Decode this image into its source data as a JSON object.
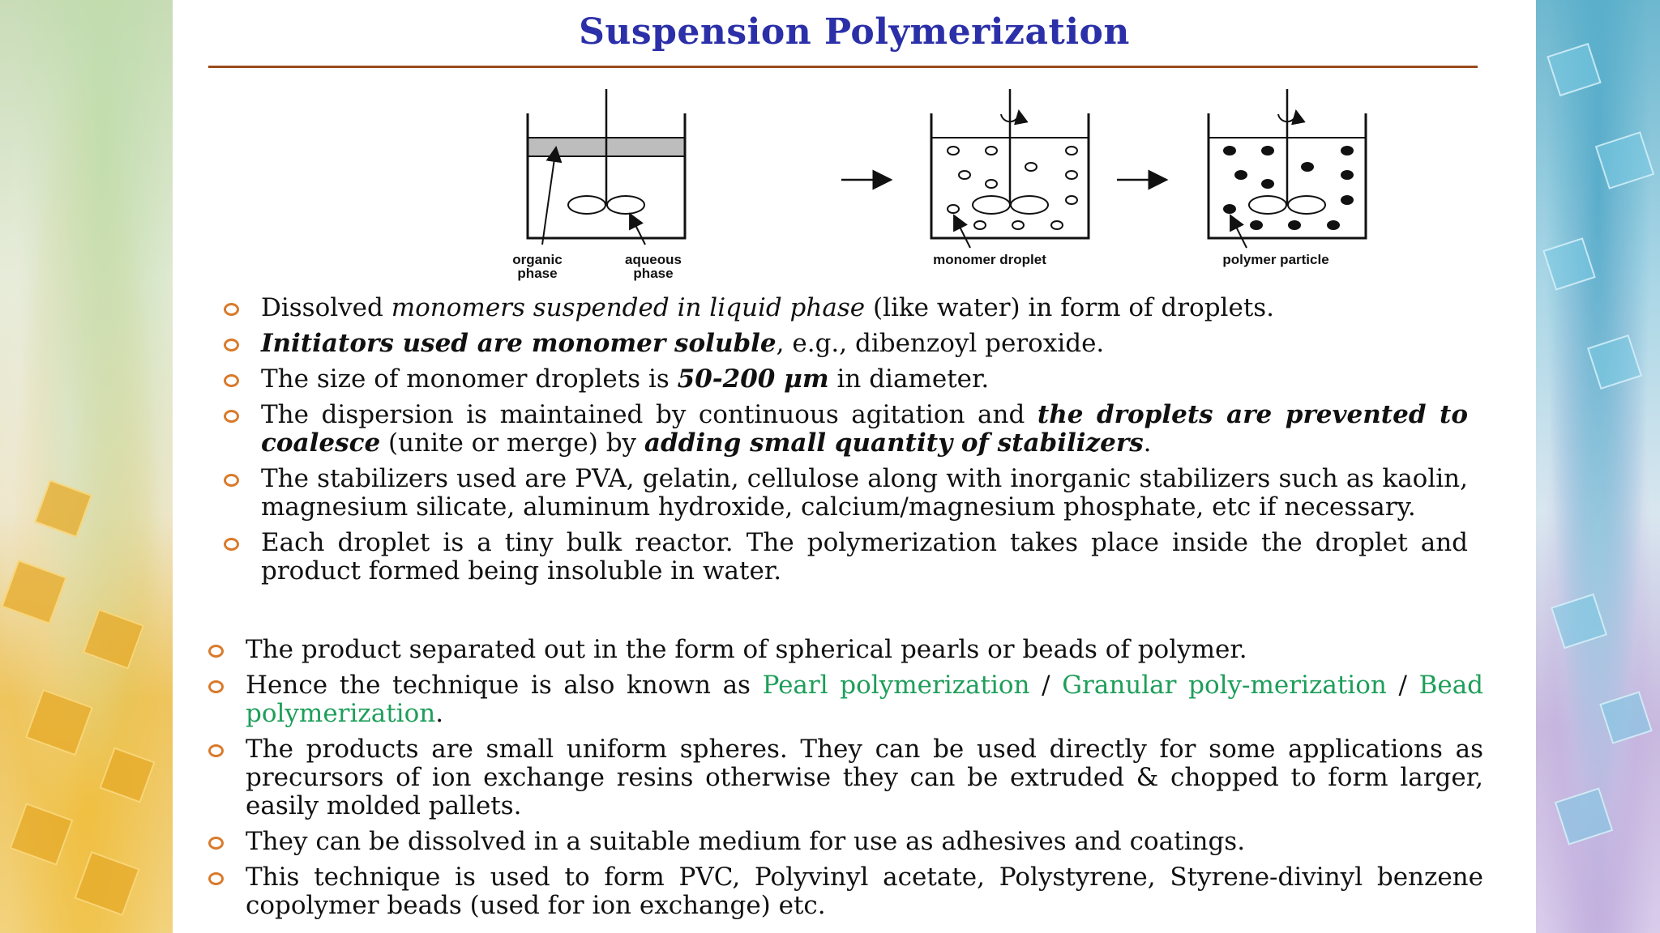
{
  "title": "Suspension Polymerization",
  "diagram": {
    "labels": {
      "organic_phase": "organic\nphase",
      "aqueous_phase": "aqueous\nphase",
      "monomer_droplet": "monomer droplet",
      "polymer_particle": "polymer particle"
    }
  },
  "bullets_upper": [
    {
      "parts": [
        {
          "t": "Dissolved ",
          "s": "n"
        },
        {
          "t": "monomers suspended in liquid phase",
          "s": "i"
        },
        {
          "t": " (like water) in form of droplets.",
          "s": "n"
        }
      ]
    },
    {
      "parts": [
        {
          "t": "Initiators used are monomer soluble",
          "s": "bi"
        },
        {
          "t": ", e.g., dibenzoyl peroxide.",
          "s": "n"
        }
      ]
    },
    {
      "parts": [
        {
          "t": "The size of monomer droplets is ",
          "s": "n"
        },
        {
          "t": "50-200 μm",
          "s": "bi"
        },
        {
          "t": " in diameter.",
          "s": "n"
        }
      ]
    },
    {
      "parts": [
        {
          "t": "The dispersion is maintained by continuous agitation and ",
          "s": "n"
        },
        {
          "t": "the droplets are prevented to coalesce",
          "s": "bi"
        },
        {
          "t": " (unite or merge) by ",
          "s": "n"
        },
        {
          "t": "adding small quantity of stabilizers",
          "s": "bi"
        },
        {
          "t": ".",
          "s": "n"
        }
      ]
    },
    {
      "parts": [
        {
          "t": "The stabilizers used are PVA, gelatin, cellulose along with inorganic stabilizers such as kaolin, magnesium silicate, aluminum hydroxide, calcium/magnesium phosphate, etc if necessary.",
          "s": "n"
        }
      ]
    },
    {
      "parts": [
        {
          "t": "Each droplet is a tiny bulk reactor. The polymerization takes place inside the droplet and product formed being insoluble in water.",
          "s": "n"
        }
      ]
    }
  ],
  "bullets_lower": [
    {
      "parts": [
        {
          "t": "The product separated out in the form of spherical pearls or beads of polymer.",
          "s": "n"
        }
      ]
    },
    {
      "parts": [
        {
          "t": "Hence the technique is also known as ",
          "s": "n"
        },
        {
          "t": "Pearl polymerization",
          "s": "g"
        },
        {
          "t": " / ",
          "s": "n"
        },
        {
          "t": "Granular poly-merization",
          "s": "g"
        },
        {
          "t": " / ",
          "s": "n"
        },
        {
          "t": "Bead polymerization",
          "s": "g"
        },
        {
          "t": ".",
          "s": "n"
        }
      ]
    },
    {
      "parts": [
        {
          "t": "The products are small uniform spheres. They can be used directly for some applications as precursors of ion exchange resins otherwise they can be extruded & chopped to form larger, easily molded pallets.",
          "s": "n"
        }
      ]
    },
    {
      "parts": [
        {
          "t": "They can be dissolved in a suitable medium for use as adhesives and coatings.",
          "s": "n"
        }
      ]
    },
    {
      "parts": [
        {
          "t": "This technique is used to form PVC, Polyvinyl acetate, Polystyrene, Styrene-divinyl benzene copolymer beads (used for ion exchange) etc.",
          "s": "n"
        }
      ]
    }
  ],
  "colors": {
    "title": "#2b2fa8",
    "rule": "#9a4a1c",
    "bullet_ring": "#d97a2c",
    "highlight_green": "#1e9e5a"
  }
}
